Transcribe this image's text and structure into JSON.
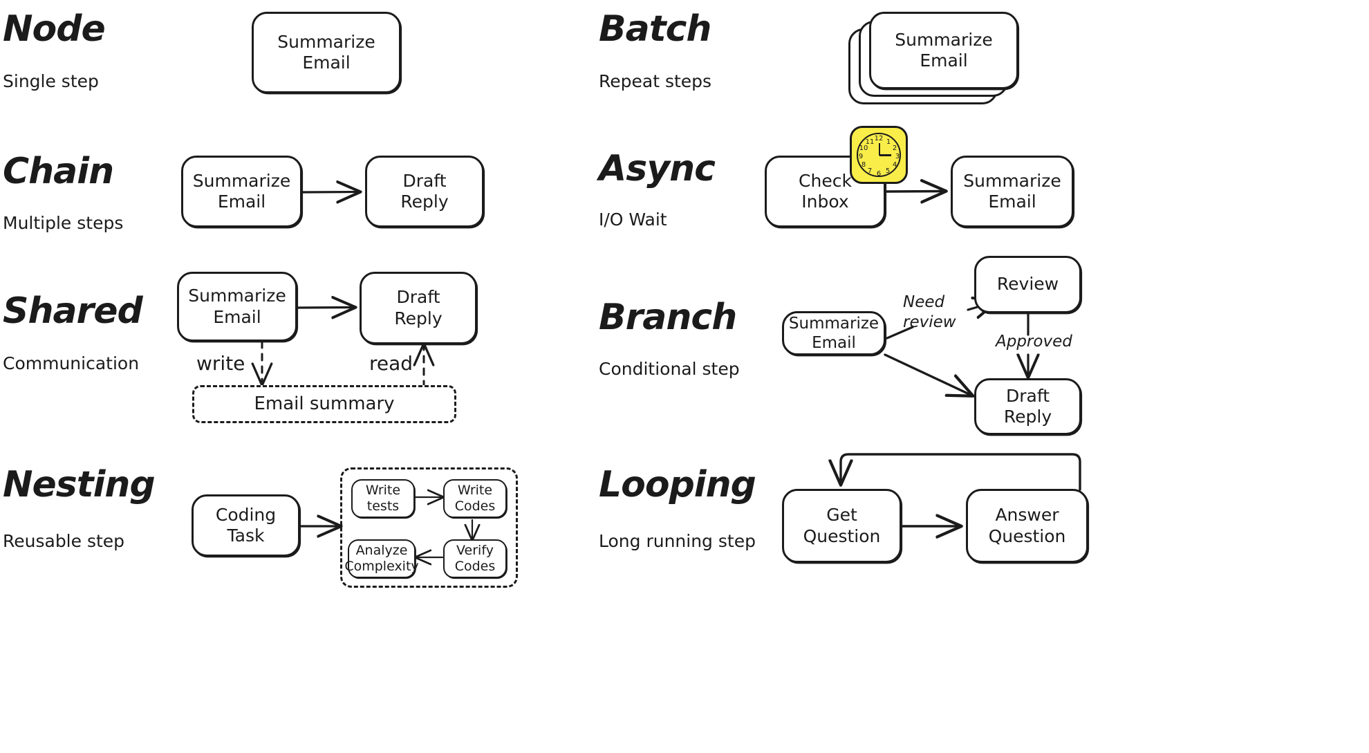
{
  "meta": {
    "colors": {
      "ink": "#1b1b1b",
      "paper": "#ffffff",
      "clock_yellow": "#f9ed4a"
    }
  },
  "patterns": [
    {
      "id": "node",
      "title": "Node",
      "subtitle": "Single step",
      "nodes": [
        {
          "label": "Summarize\nEmail"
        }
      ],
      "edges": []
    },
    {
      "id": "batch",
      "title": "Batch",
      "subtitle": "Repeat steps",
      "nodes": [
        {
          "label": "Summarize\nEmail"
        }
      ],
      "stack_count": 3,
      "edges": []
    },
    {
      "id": "chain",
      "title": "Chain",
      "subtitle": "Multiple steps",
      "nodes": [
        {
          "label": "Summarize\nEmail"
        },
        {
          "label": "Draft\nReply"
        }
      ],
      "edges": [
        {
          "from": "Summarize Email",
          "to": "Draft Reply",
          "label": ""
        }
      ]
    },
    {
      "id": "async",
      "title": "Async",
      "subtitle": "I/O Wait",
      "nodes": [
        {
          "label": "Check\nInbox"
        },
        {
          "label": "Summarize\nEmail"
        }
      ],
      "icon": "clock-icon",
      "clock_numerals": [
        "12",
        "1",
        "2",
        "3",
        "4",
        "5",
        "6",
        "7",
        "8",
        "9",
        "10",
        "11"
      ],
      "edges": [
        {
          "from": "Check Inbox",
          "to": "Summarize Email",
          "label": ""
        }
      ]
    },
    {
      "id": "shared",
      "title": "Shared",
      "subtitle": "Communication",
      "nodes": [
        {
          "label": "Summarize\nEmail"
        },
        {
          "label": "Draft\nReply"
        },
        {
          "label": "Email summary",
          "style": "dashed-store"
        }
      ],
      "edges": [
        {
          "from": "Summarize Email",
          "to": "Draft Reply",
          "label": ""
        },
        {
          "from": "Summarize Email",
          "to": "Email summary",
          "label": "write",
          "style": "dashed"
        },
        {
          "from": "Email summary",
          "to": "Draft Reply",
          "label": "read",
          "style": "dashed"
        }
      ]
    },
    {
      "id": "branch",
      "title": "Branch",
      "subtitle": "Conditional step",
      "nodes": [
        {
          "label": "Summarize\nEmail"
        },
        {
          "label": "Review"
        },
        {
          "label": "Draft\nReply"
        }
      ],
      "edges": [
        {
          "from": "Summarize Email",
          "to": "Review",
          "label": "Need\nreview"
        },
        {
          "from": "Review",
          "to": "Draft Reply",
          "label": "Approved"
        },
        {
          "from": "Summarize Email",
          "to": "Draft Reply",
          "label": ""
        }
      ]
    },
    {
      "id": "nesting",
      "title": "Nesting",
      "subtitle": "Reusable step",
      "nodes": [
        {
          "label": "Coding\nTask"
        },
        {
          "label": "Write\ntests"
        },
        {
          "label": "Write\nCodes"
        },
        {
          "label": "Verify\nCodes"
        },
        {
          "label": "Analyze\nComplexity"
        }
      ],
      "edges": [
        {
          "from": "Coding Task",
          "to": "Write tests",
          "label": ""
        },
        {
          "from": "Write tests",
          "to": "Write Codes",
          "label": ""
        },
        {
          "from": "Write Codes",
          "to": "Verify Codes",
          "label": ""
        },
        {
          "from": "Verify Codes",
          "to": "Analyze Complexity",
          "label": ""
        }
      ]
    },
    {
      "id": "looping",
      "title": "Looping",
      "subtitle": "Long running step",
      "nodes": [
        {
          "label": "Get\nQuestion"
        },
        {
          "label": "Answer\nQuestion"
        }
      ],
      "edges": [
        {
          "from": "Get Question",
          "to": "Answer Question",
          "label": ""
        },
        {
          "from": "Answer Question",
          "to": "Get Question",
          "label": "",
          "style": "loop-back"
        }
      ]
    }
  ]
}
